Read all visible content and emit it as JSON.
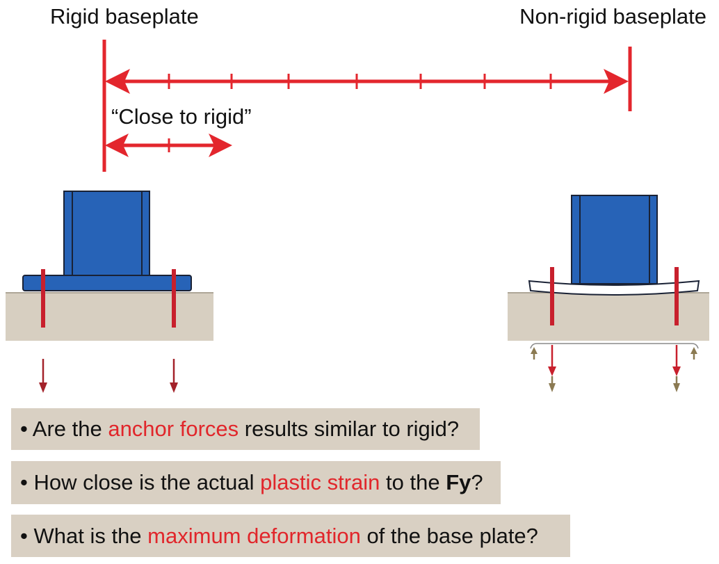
{
  "labels": {
    "rigid_baseplate": "Rigid baseplate",
    "non_rigid_baseplate": "Non-rigid baseplate",
    "close_to_rigid": "“Close to rigid”"
  },
  "questions": [
    {
      "bullet": "•",
      "segments": [
        {
          "text": "Are the "
        },
        {
          "text": "anchor forces",
          "highlight": true
        },
        {
          "text": " results similar to rigid?"
        }
      ]
    },
    {
      "bullet": "•",
      "segments": [
        {
          "text": "How close is the actual "
        },
        {
          "text": "plastic strain",
          "highlight": true
        },
        {
          "text": " to the "
        },
        {
          "text": "Fy",
          "bold": true
        },
        {
          "text": "?"
        }
      ]
    },
    {
      "bullet": "•",
      "segments": [
        {
          "text": "What is the "
        },
        {
          "text": "maximum deformation",
          "highlight": true
        },
        {
          "text": " of the base plate?"
        }
      ]
    }
  ],
  "colors": {
    "scale-red": "#e3262d",
    "steel-blue": "#2763b7",
    "steel-outline": "#1a2235",
    "deformed-plate": "#ffffff",
    "anchor-red": "#c8202d",
    "anchor-force-red": "#a3222a",
    "reaction-olive": "#8b7a52",
    "concrete": "#d7cfc1",
    "concrete-edge": "#aea697",
    "deflection-line": "#8a8a8a",
    "question-box": "#d9d0c3",
    "highlight-red": "#e1262b",
    "text": "#111111"
  }
}
